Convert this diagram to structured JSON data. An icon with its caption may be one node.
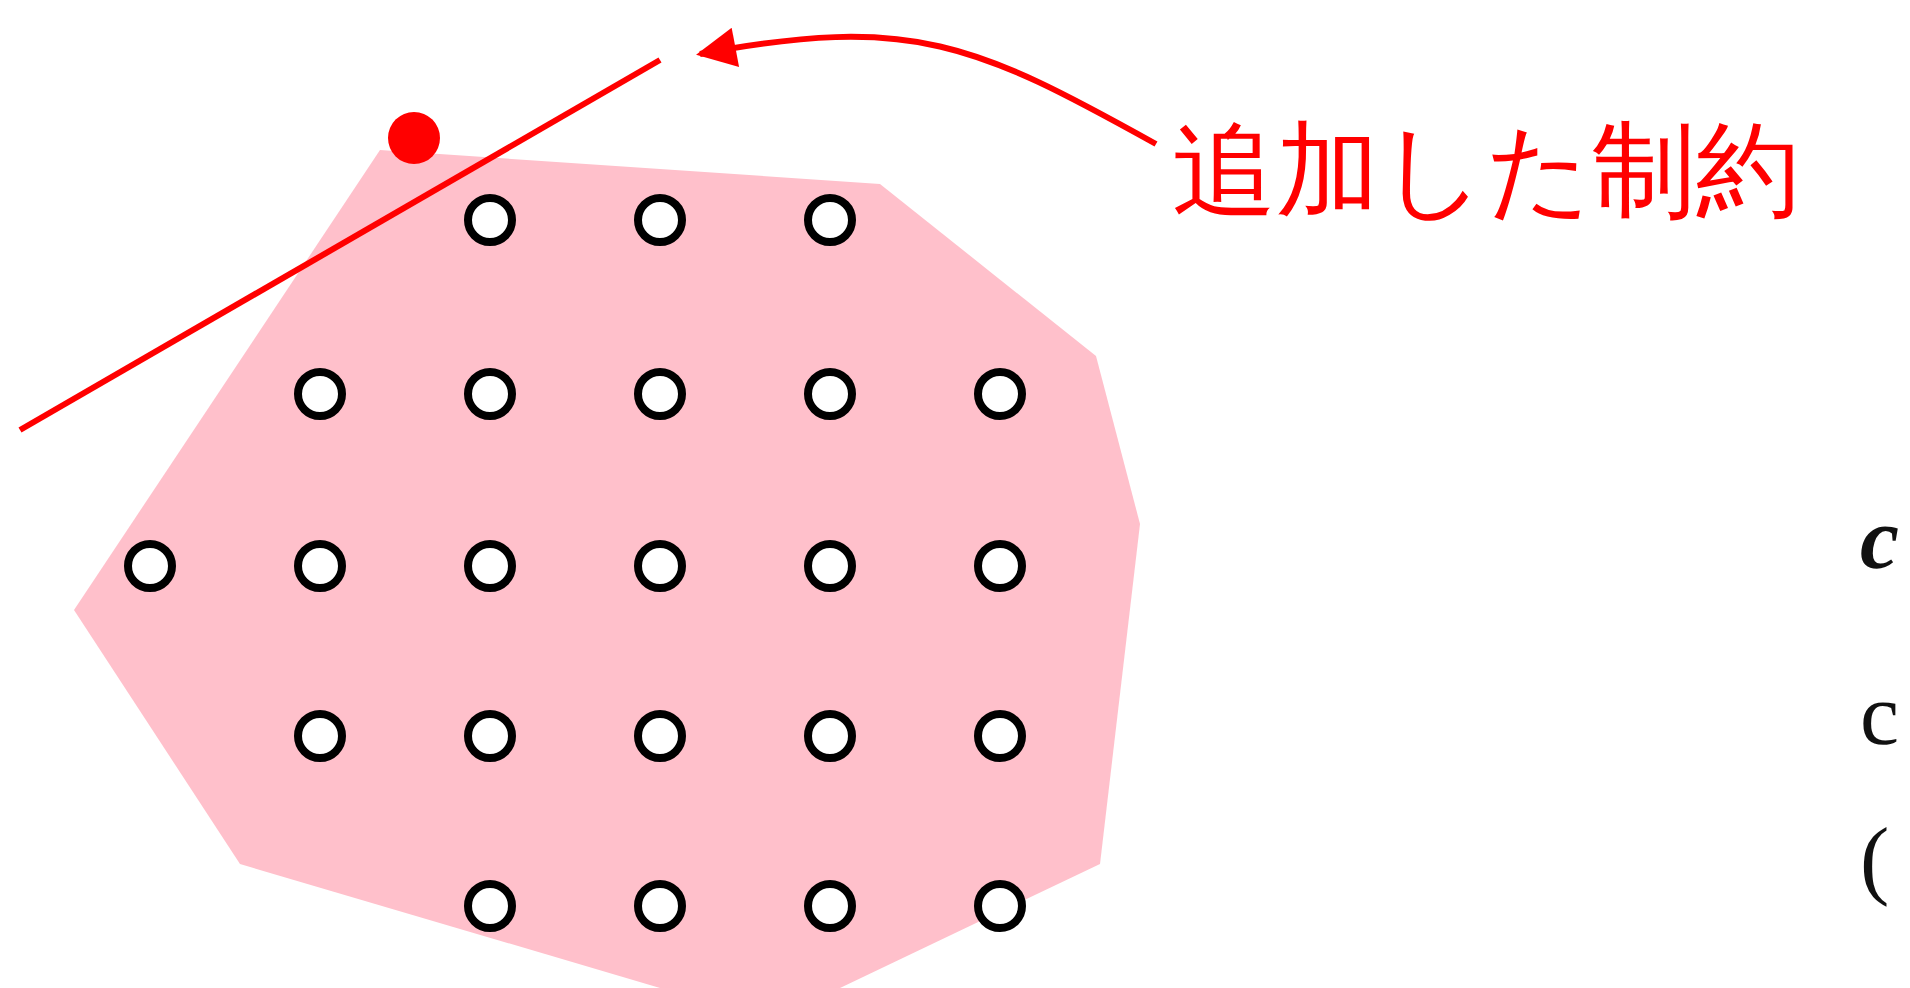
{
  "diagram": {
    "nodes": [
      {
        "text": [
          "追加した制約"
        ]
      },
      {
        "text": [],
        "shape": "line"
      }
    ],
    "edges": [
      {
        "from": 0,
        "to": 1,
        "arrow": "to"
      }
    ],
    "labels": [
      "c",
      "c",
      "("
    ]
  }
}
